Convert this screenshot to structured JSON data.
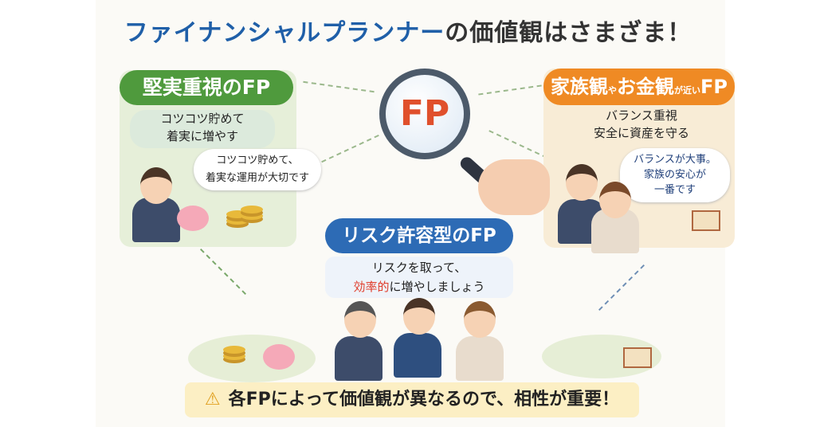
{
  "title": {
    "highlight": "ファイナンシャルプランナー",
    "rest": "の価値観はさまざま！"
  },
  "center_icon": {
    "label": "FP",
    "icon": "magnifying-glass-icon"
  },
  "left_panel": {
    "header": "堅実重視のFP",
    "summary_line1": "コツコツ貯めて",
    "summary_line2": "着実に増やす",
    "speech_line1": "コツコツ貯めて、",
    "speech_line2": "着実な運用が大切です"
  },
  "right_panel": {
    "header_main1": "家族観",
    "header_small1": "や",
    "header_main2": "お金観",
    "header_small2": "が近い",
    "header_main3": "FP",
    "summary_line1": "バランス重視",
    "summary_line2": "安全に資産を守る",
    "speech_line1": "バランスが大事。",
    "speech_line2": "家族の安心が",
    "speech_line3": "一番です"
  },
  "center_panel": {
    "header": "リスク許容型のFP",
    "line1": "リスクを取って、",
    "line2_red": "効率的",
    "line2_rest": "に増やしましょう"
  },
  "footer": {
    "icon": "warning-icon",
    "text": "各FPによって価値観が異なるので、相性が重要！"
  },
  "colors": {
    "green": "#4f9a3d",
    "orange": "#ef8a24",
    "blue": "#2d6bb5",
    "red": "#e03c2a"
  }
}
